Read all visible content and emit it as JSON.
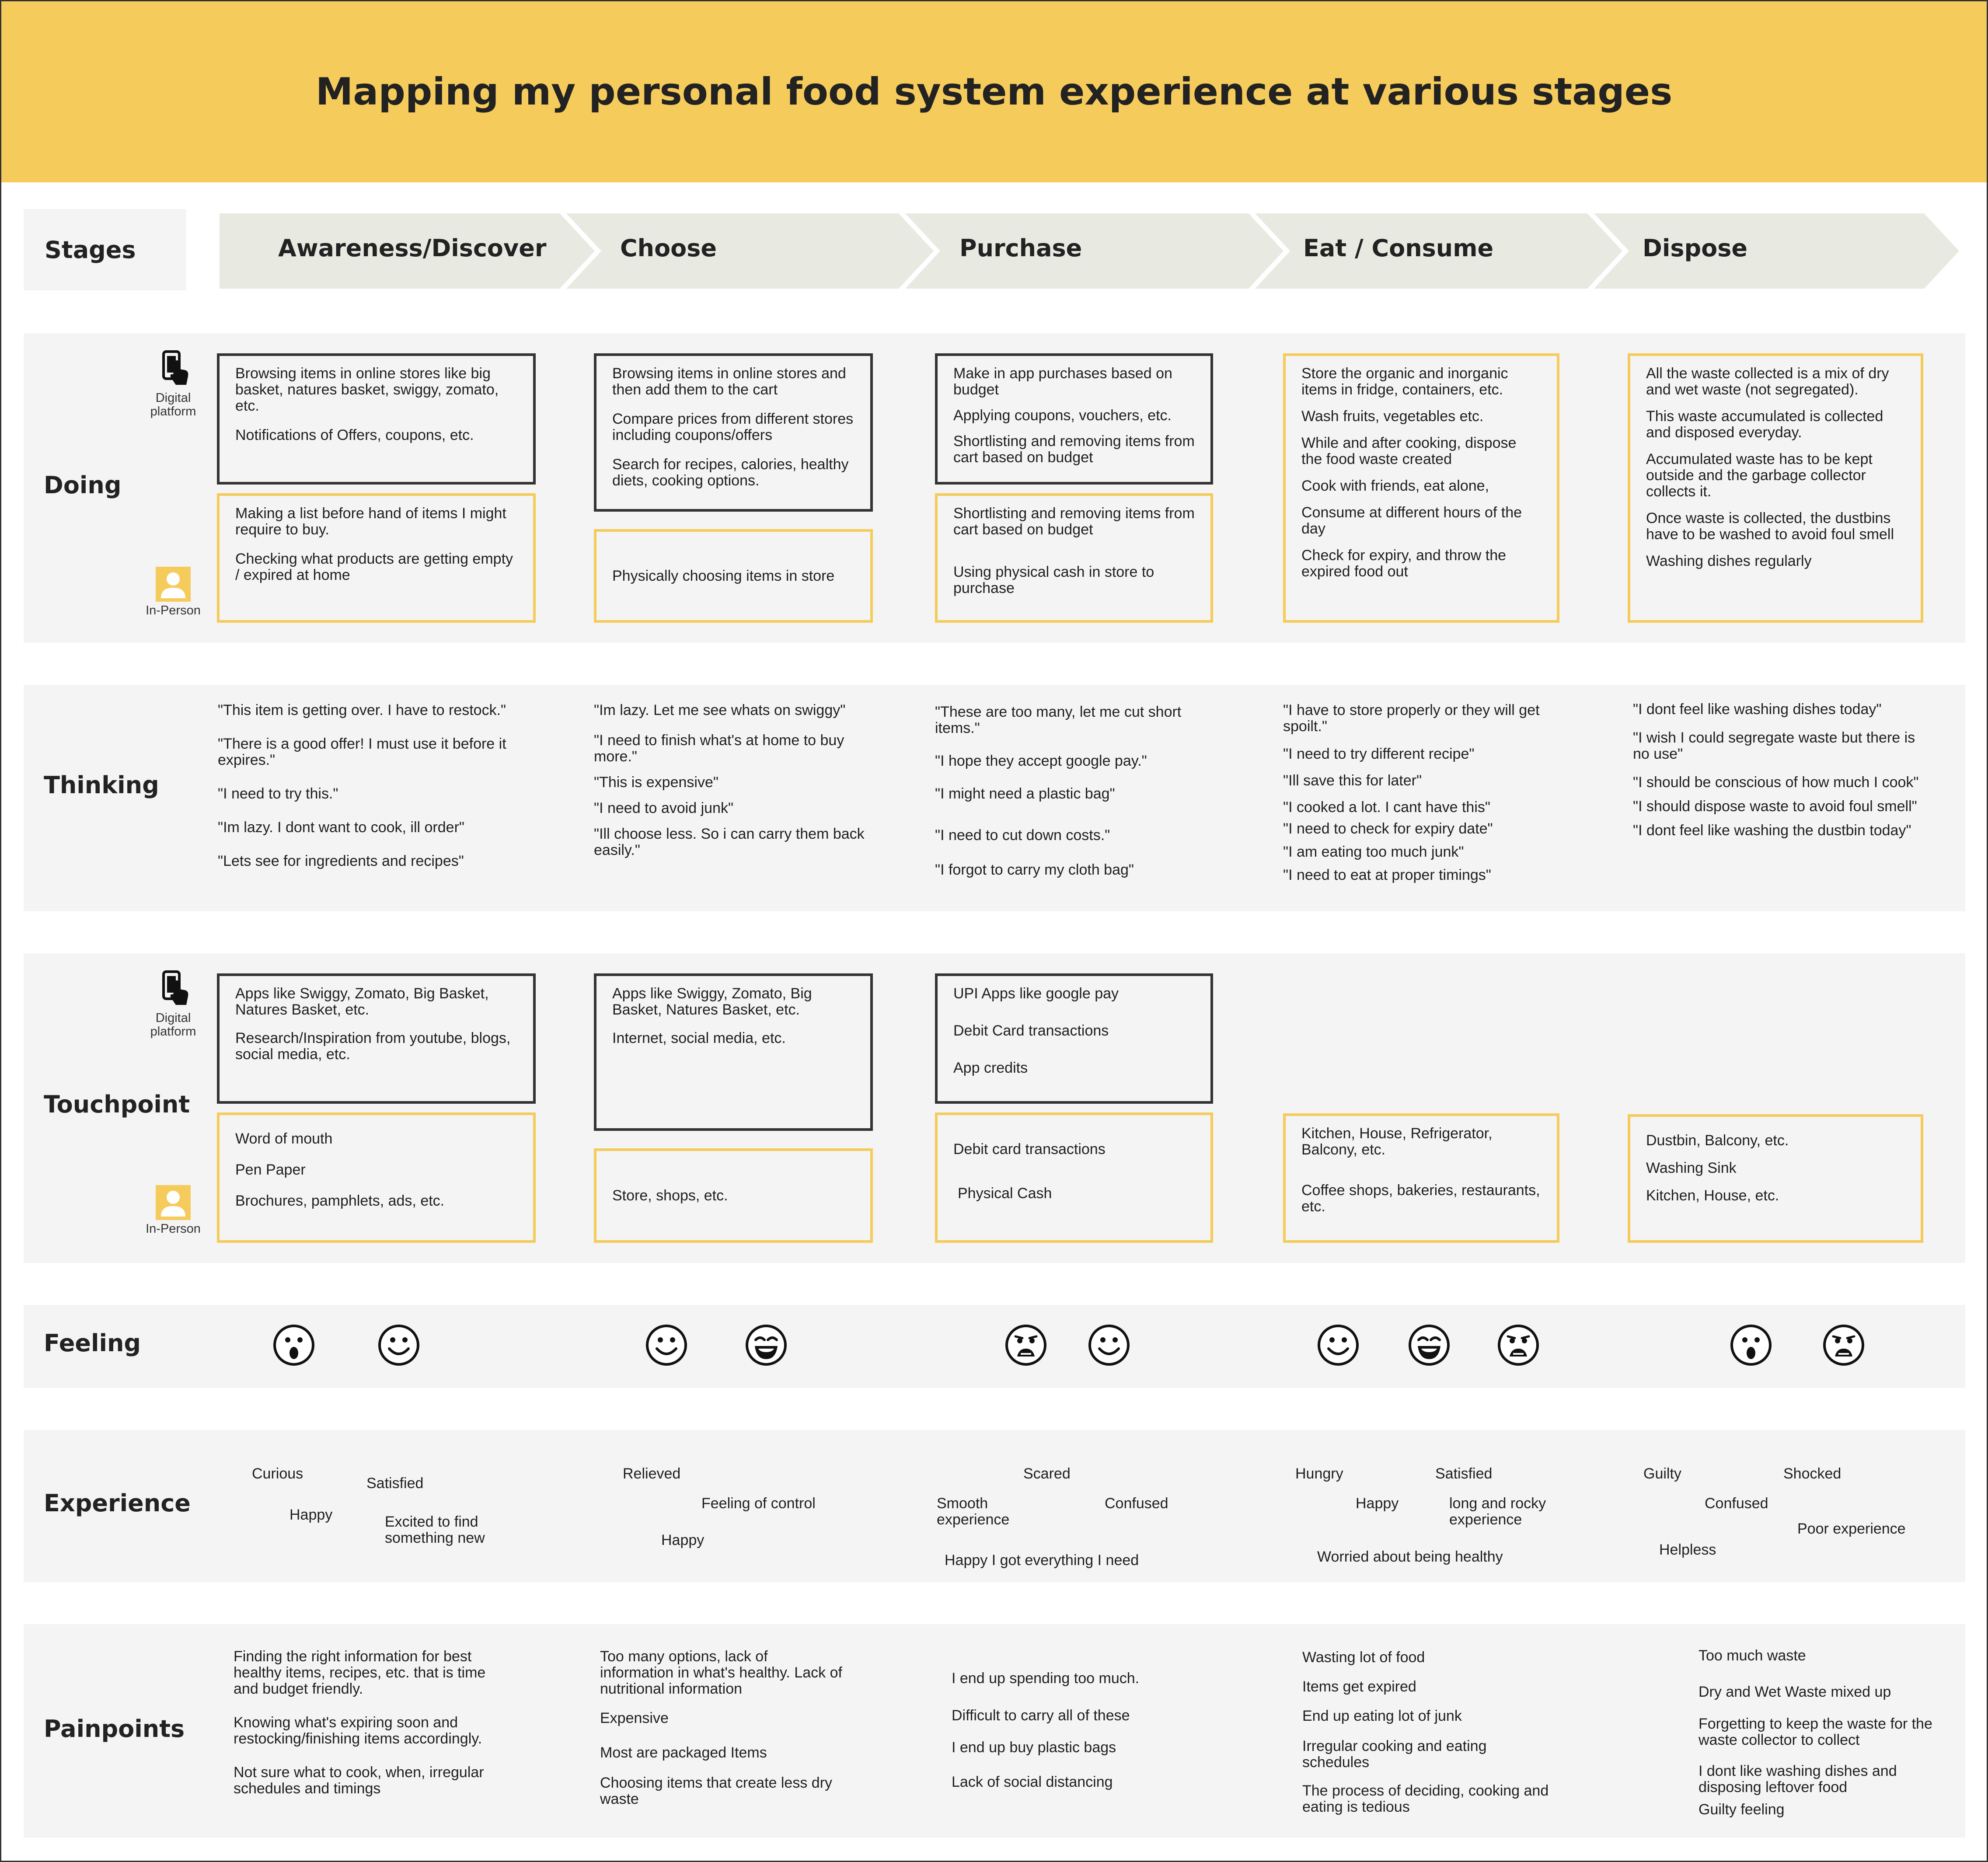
{
  "title": "Mapping my personal food system experience at various stages",
  "stages_label": "Stages",
  "stages": [
    "Awareness/Discover",
    "Choose",
    "Purchase",
    "Eat / Consume",
    "Dispose"
  ],
  "rows": {
    "doing": "Doing",
    "thinking": "Thinking",
    "touchpoint": "Touchpoint",
    "feeling": "Feeling",
    "experience": "Experience",
    "painpoints": "Painpoints"
  },
  "icons": {
    "digital": {
      "icon": "phone-touch-icon",
      "caption_1": "Digital",
      "caption_2": "platform"
    },
    "in_person": {
      "icon": "person-icon",
      "caption": "In-Person"
    }
  },
  "colors": {
    "accent": "#f5cb5c",
    "band": "#f3f4f3",
    "stage_arrow": "#e8eae2",
    "dark_border": "#333333"
  },
  "doing": {
    "awareness": {
      "digital": [
        "Browsing items in online stores like big basket, natures basket, swiggy, zomato, etc.",
        "Notifications of Offers, coupons, etc."
      ],
      "in_person": [
        "Making a list before hand of items I might require to buy.",
        "Checking what products are getting empty / expired at home"
      ]
    },
    "choose": {
      "digital": [
        "Browsing items in online stores and then add them to the cart",
        "Compare prices from different stores including coupons/offers",
        "Search for recipes, calories, healthy diets, cooking options."
      ],
      "in_person": [
        "Physically choosing items in store"
      ]
    },
    "purchase": {
      "digital": [
        "Make in app purchases based on budget",
        "Applying coupons, vouchers, etc.",
        "Shortlisting and removing items from cart based on budget"
      ],
      "in_person": [
        "Shortlisting and removing items from cart based on budget",
        "Using physical cash in store to purchase"
      ]
    },
    "eat": [
      "Store the organic and inorganic items in fridge, containers, etc.",
      "Wash fruits, vegetables etc.",
      "While and after cooking, dispose the food waste created",
      "Cook with friends, eat alone,",
      "Consume at different hours of the day",
      "Check for expiry, and throw the expired food out"
    ],
    "dispose": [
      "All the waste collected is a mix of dry and wet waste (not segregated).",
      "This waste accumulated is collected and disposed everyday.",
      "Accumulated waste has to be kept outside and the garbage collector collects it.",
      "Once waste is collected, the dustbins have to be washed to avoid foul smell",
      "Washing dishes regularly"
    ]
  },
  "thinking": {
    "awareness": [
      "\"This item is getting over. I have to restock.\"",
      "\"There is a good offer! I must use it before it expires.\"",
      "\"I need to try this.\"",
      "\"Im lazy.  I dont want to cook, ill order\"",
      "\"Lets see for ingredients and recipes\""
    ],
    "choose": [
      "\"Im lazy. Let me see whats on swiggy\"",
      "\"I need to finish what's at home to buy more.\"",
      "\"This is expensive\"",
      "\"I need to avoid junk\"",
      "\"Ill choose less. So i can carry them back easily.\""
    ],
    "purchase": [
      "\"These are too many, let me cut short items.\"",
      "\"I hope they accept google pay.\"",
      "\"I might need a plastic bag\"",
      "\"I need to cut down costs.\"",
      "\"I forgot to carry my cloth bag\""
    ],
    "eat": [
      "\"I have to store properly or they will get spoilt.\"",
      "\"I need to try different recipe\"",
      "\"Ill save this for later\"",
      "\"I cooked a lot. I cant have this\"",
      "\"I need to check for expiry date\"",
      "\"I am eating too much junk\"",
      "\"I need to eat at proper timings\""
    ],
    "dispose": [
      "\"I dont feel like washing dishes today\"",
      "\"I wish I could segregate waste but there is no use\"",
      "\"I should be conscious of how much I cook\"",
      "\"I should dispose waste to avoid foul smell\"",
      "\"I dont feel like washing the dustbin today\""
    ]
  },
  "touchpoint": {
    "awareness": {
      "digital": [
        "Apps like Swiggy, Zomato, Big Basket, Natures Basket, etc.",
        "Research/Inspiration from youtube, blogs, social media, etc."
      ],
      "in_person": [
        "Word of mouth",
        "Pen Paper",
        "Brochures, pamphlets, ads, etc."
      ]
    },
    "choose": {
      "digital": [
        "Apps like Swiggy, Zomato, Big Basket, Natures Basket, etc.",
        "Internet, social media, etc."
      ],
      "in_person": [
        "Store, shops, etc."
      ]
    },
    "purchase": {
      "digital": [
        "UPI Apps like google pay",
        "Debit Card transactions",
        "App credits"
      ],
      "in_person": [
        "Debit card transactions",
        "Physical Cash"
      ]
    },
    "eat": [
      "Kitchen, House, Refrigerator, Balcony, etc.",
      "Coffee shops, bakeries, restaurants, etc."
    ],
    "dispose": [
      "Dustbin, Balcony, etc.",
      "Washing Sink",
      "Kitchen, House, etc."
    ]
  },
  "feeling": {
    "awareness": [
      "surprised-face-icon",
      "smiling-face-icon"
    ],
    "choose": [
      "smiling-face-icon",
      "grinning-face-icon"
    ],
    "purchase": [
      "frowning-face-icon",
      "smiling-face-icon"
    ],
    "eat": [
      "smiling-face-icon",
      "grinning-face-icon",
      "frowning-face-icon"
    ],
    "dispose": [
      "surprised-face-icon",
      "frowning-face-icon"
    ]
  },
  "experience": {
    "awareness": [
      "Curious",
      "Satisfied",
      "Happy",
      "Excited to find something new"
    ],
    "choose": [
      "Relieved",
      "Feeling of control",
      "Happy"
    ],
    "purchase": [
      "Scared",
      "Smooth experience",
      "Confused",
      "Happy I got everything I need"
    ],
    "eat": [
      "Hungry",
      "Satisfied",
      "Happy",
      "long and rocky experience",
      "Worried about being healthy"
    ],
    "dispose": [
      "Guilty",
      "Shocked",
      "Confused",
      "Poor experience",
      "Helpless"
    ]
  },
  "painpoints": {
    "awareness": [
      "Finding the right information for best healthy items, recipes, etc. that is time and budget friendly.",
      "Knowing what's expiring soon and restocking/finishing items accordingly.",
      "Not sure what to cook, when, irregular schedules and timings"
    ],
    "choose": [
      "Too many options, lack of information in what's healthy. Lack of nutritional information",
      "Expensive",
      "Most are packaged Items",
      "Choosing items that create less dry waste"
    ],
    "purchase": [
      "I end up spending too much.",
      "Difficult to carry all of these",
      "I end up buy plastic bags",
      "Lack of social distancing"
    ],
    "eat": [
      "Wasting lot of food",
      "Items get expired",
      "End up eating lot of junk",
      "Irregular cooking and eating schedules",
      "The process of deciding, cooking and eating is tedious"
    ],
    "dispose": [
      "Too much waste",
      "Dry and Wet Waste mixed up",
      "Forgetting to keep the waste for the waste collector to collect",
      "I dont like washing dishes and disposing leftover food",
      "Guilty feeling"
    ]
  }
}
